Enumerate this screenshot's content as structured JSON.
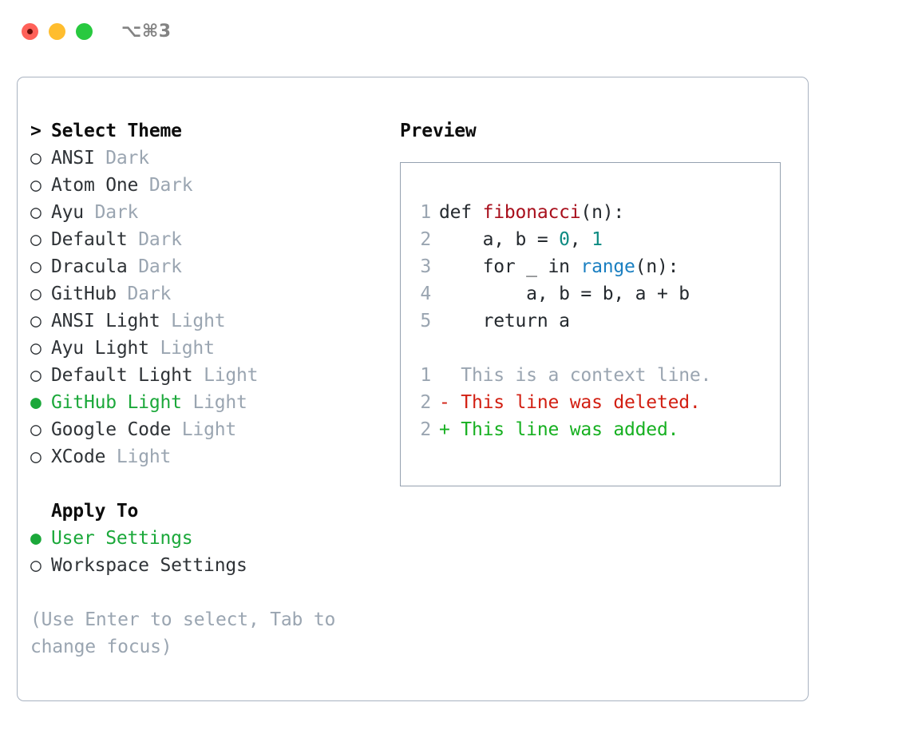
{
  "titlebar": {
    "shortcut": "⌥⌘3",
    "buttons": [
      {
        "name": "close",
        "color": "#ff6159"
      },
      {
        "name": "minimize",
        "color": "#ffbd2e"
      },
      {
        "name": "maximize",
        "color": "#28c93f"
      }
    ]
  },
  "theme_section": {
    "caret": ">",
    "title": "Select Theme",
    "items": [
      {
        "marker": "○",
        "label": "ANSI",
        "category": "Dark",
        "selected": false
      },
      {
        "marker": "○",
        "label": "Atom One",
        "category": "Dark",
        "selected": false
      },
      {
        "marker": "○",
        "label": "Ayu",
        "category": "Dark",
        "selected": false
      },
      {
        "marker": "○",
        "label": "Default",
        "category": "Dark",
        "selected": false
      },
      {
        "marker": "○",
        "label": "Dracula",
        "category": "Dark",
        "selected": false
      },
      {
        "marker": "○",
        "label": "GitHub",
        "category": "Dark",
        "selected": false
      },
      {
        "marker": "○",
        "label": "ANSI Light",
        "category": "Light",
        "selected": false
      },
      {
        "marker": "○",
        "label": "Ayu Light",
        "category": "Light",
        "selected": false
      },
      {
        "marker": "○",
        "label": "Default Light",
        "category": "Light",
        "selected": false
      },
      {
        "marker": "●",
        "label": "GitHub Light",
        "category": "Light",
        "selected": true
      },
      {
        "marker": "○",
        "label": "Google Code",
        "category": "Light",
        "selected": false
      },
      {
        "marker": "○",
        "label": "XCode",
        "category": "Light",
        "selected": false
      }
    ]
  },
  "apply_section": {
    "title": "Apply To",
    "items": [
      {
        "marker": "●",
        "label": "User Settings",
        "selected": true
      },
      {
        "marker": "○",
        "label": "Workspace Settings",
        "selected": false
      }
    ]
  },
  "hint": "(Use Enter to select, Tab to change focus)",
  "preview": {
    "title": "Preview",
    "code_lines": [
      {
        "num": "1",
        "tokens": [
          {
            "t": "def ",
            "c": "plain"
          },
          {
            "t": "fibonacci",
            "c": "fn"
          },
          {
            "t": "(n):",
            "c": "plain"
          }
        ]
      },
      {
        "num": "2",
        "tokens": [
          {
            "t": "    a, b = ",
            "c": "plain"
          },
          {
            "t": "0",
            "c": "num"
          },
          {
            "t": ", ",
            "c": "plain"
          },
          {
            "t": "1",
            "c": "num"
          }
        ]
      },
      {
        "num": "3",
        "tokens": [
          {
            "t": "    for _ in ",
            "c": "plain"
          },
          {
            "t": "range",
            "c": "bi"
          },
          {
            "t": "(n):",
            "c": "plain"
          }
        ]
      },
      {
        "num": "4",
        "tokens": [
          {
            "t": "        a, b = b, a + b",
            "c": "plain"
          }
        ]
      },
      {
        "num": "5",
        "tokens": [
          {
            "t": "    return a",
            "c": "plain"
          }
        ]
      }
    ],
    "diff_lines": [
      {
        "num": "1",
        "sign": " ",
        "text": " This is a context line.",
        "kind": "ctx"
      },
      {
        "num": "2",
        "sign": "-",
        "text": " This line was deleted.",
        "kind": "del"
      },
      {
        "num": "2",
        "sign": "+",
        "text": " This line was added.",
        "kind": "add"
      }
    ]
  },
  "colors": {
    "selected_green": "#1ba83a",
    "muted_gray": "#9aa5b1",
    "code_fn": "#a80f1c",
    "code_num": "#0d8b82",
    "code_builtin": "#1a7fc1",
    "diff_delete": "#d21f12",
    "diff_add": "#17b021",
    "border": "#a9b3c1"
  }
}
